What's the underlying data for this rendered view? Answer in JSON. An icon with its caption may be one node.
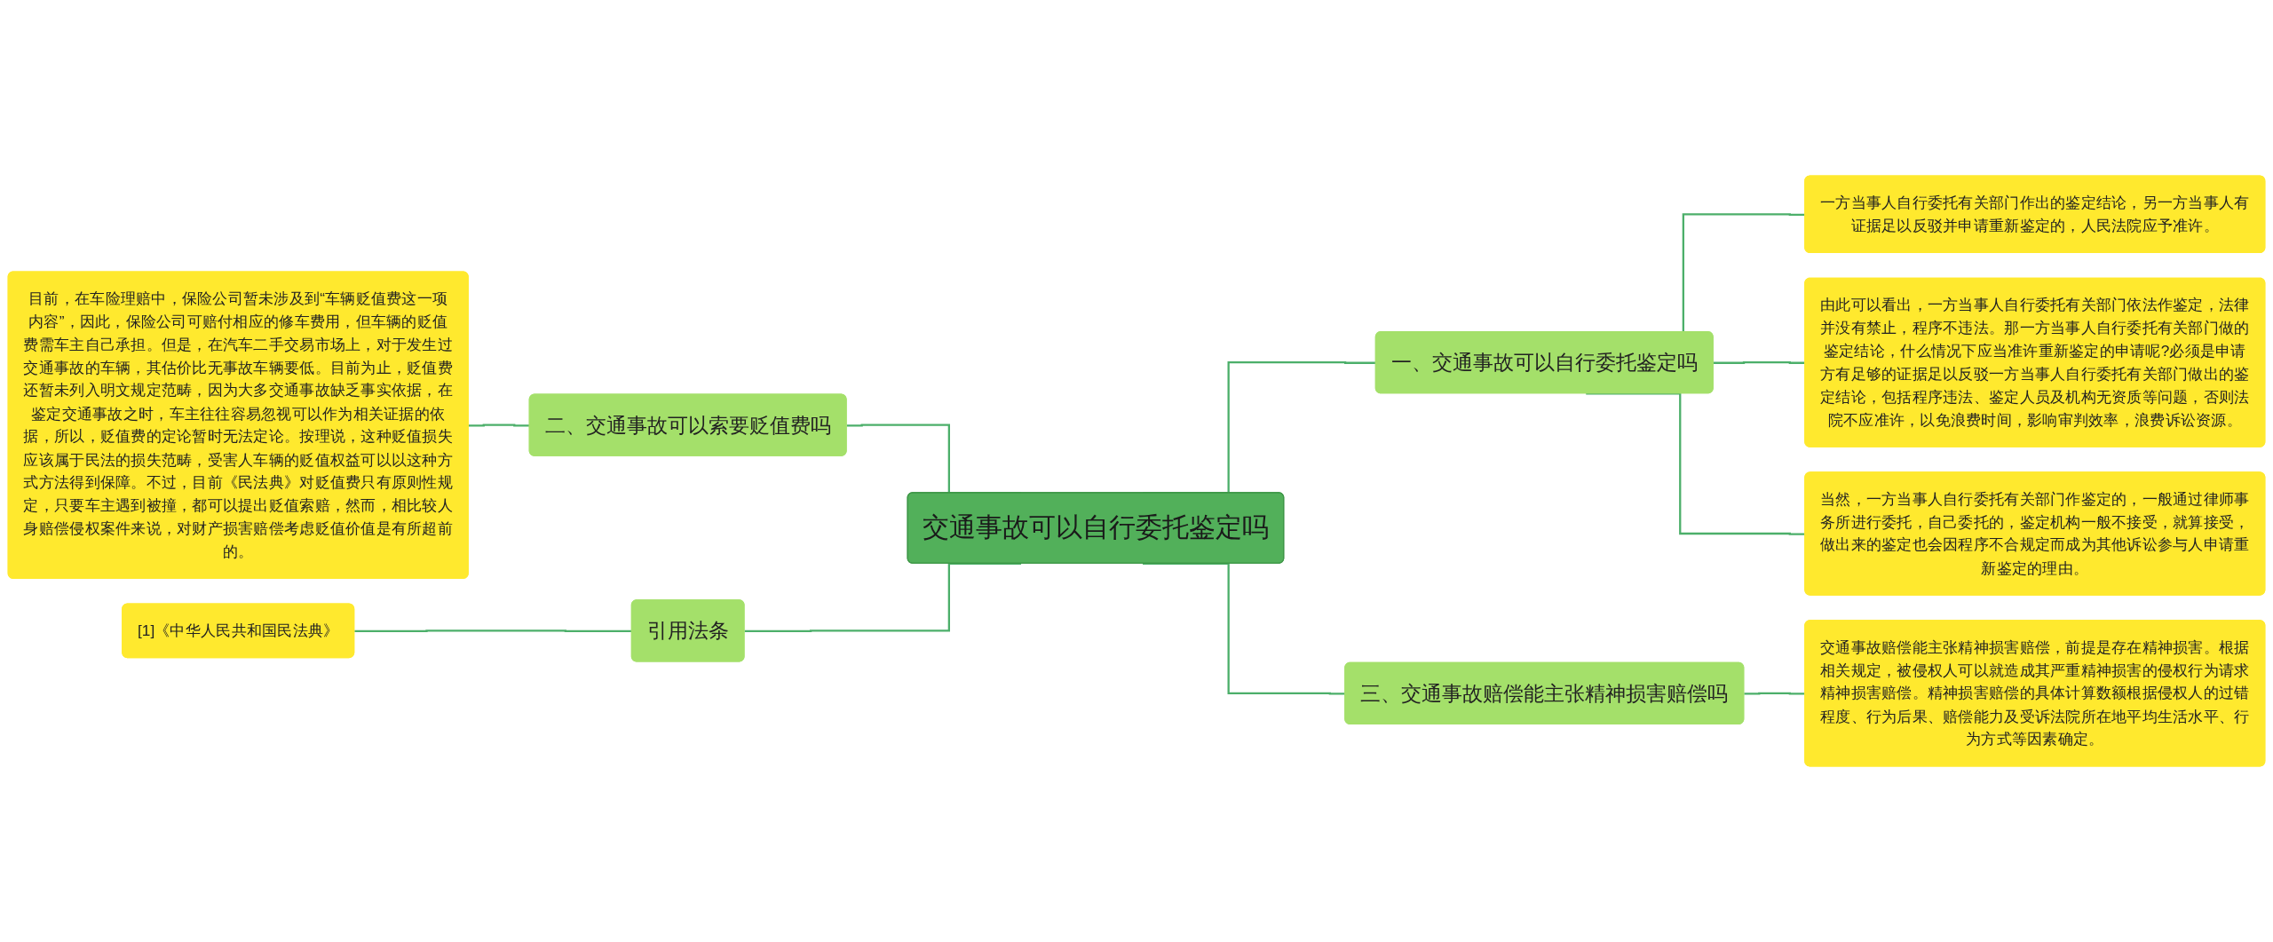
{
  "diagram": {
    "nodes": [
      {
        "text": [
          "交通事故可以自行委托鉴定吗"
        ]
      },
      {
        "text": [
          "一、交通事故可以自行委托鉴定吗"
        ]
      },
      {
        "text": [
          "一方当事人自行委托有关部门作出的鉴定结论，另一方当事人有证据足以反驳并申请重新鉴定的，人民法院应予准许。"
        ]
      },
      {
        "text": [
          "由此可以看出，一方当事人自行委托有关部门依法作鉴定，法律并没有禁止，程序不违法。那一方当事人自行委托有关部门做的鉴定结论，什么情况下应当准许重新鉴定的申请呢?必须是申请方有足够的证据足以反驳一方当事人自行委托有关部门做出的鉴定结论，包括程序违法、鉴定人员及机构无资质等问题，否则法院不应准许，以免浪费时间，影响审判效率，浪费诉讼资源。"
        ]
      },
      {
        "text": [
          "当然，一方当事人自行委托有关部门作鉴定的，一般通过律师事务所进行委托，自己委托的，鉴定机构一般不接受，就算接受，做出来的鉴定也会因程序不合规定而成为其他诉讼参与人申请重新鉴定的理由。"
        ]
      },
      {
        "text": [
          "二、交通事故可以索要贬值费吗"
        ]
      },
      {
        "text": [
          "目前，在车险理赔中，保险公司暂未涉及到“车辆贬值费这一项内容”，因此，保险公司可赔付相应的修车费用，但车辆的贬值费需车主自己承担。但是，在汽车二手交易市场上，对于发生过交通事故的车辆，其估价比无事故车辆要低。目前为止，贬值费还暂未列入明文规定范畴，因为大多交通事故缺乏事实依据，在鉴定交通事故之时，车主往往容易忽视可以作为相关证据的依据，所以，贬值费的定论暂时无法定论。按理说，这种贬值损失应该属于民法的损失范畴，受害人车辆的贬值权益可以以这种方式方法得到保障。不过，目前《民法典》对贬值费只有原则性规定，只要车主遇到被撞，都可以提出贬值索赔，然而，相比较人身赔偿侵权案件来说，对财产损害赔偿考虑贬值价值是有所超前的。"
        ]
      },
      {
        "text": [
          "三、交通事故赔偿能主张精神损害赔偿吗"
        ]
      },
      {
        "text": [
          "交通事故赔偿能主张精神损害赔偿，前提是存在精神损害。根据相关规定，被侵权人可以就造成其严重精神损害的侵权行为请求精神损害赔偿。精神损害赔偿的具体计算数额根据侵权人的过错程度、行为后果、赔偿能力及受诉法院所在地平均生活水平、行为方式等因素确定。"
        ]
      },
      {
        "text": [
          "引用法条"
        ]
      },
      {
        "text": [
          "[1]《中华人民共和国民法典》"
        ]
      }
    ],
    "edges": [
      {
        "from": 0,
        "to": 1,
        "arrow": "none"
      },
      {
        "from": 1,
        "to": 2,
        "arrow": "none"
      },
      {
        "from": 1,
        "to": 3,
        "arrow": "none"
      },
      {
        "from": 1,
        "to": 4,
        "arrow": "none"
      },
      {
        "from": 0,
        "to": 5,
        "arrow": "none"
      },
      {
        "from": 5,
        "to": 6,
        "arrow": "none"
      },
      {
        "from": 0,
        "to": 7,
        "arrow": "none"
      },
      {
        "from": 7,
        "to": 8,
        "arrow": "none"
      },
      {
        "from": 0,
        "to": 9,
        "arrow": "none"
      },
      {
        "from": 9,
        "to": 10,
        "arrow": "none"
      }
    ]
  }
}
